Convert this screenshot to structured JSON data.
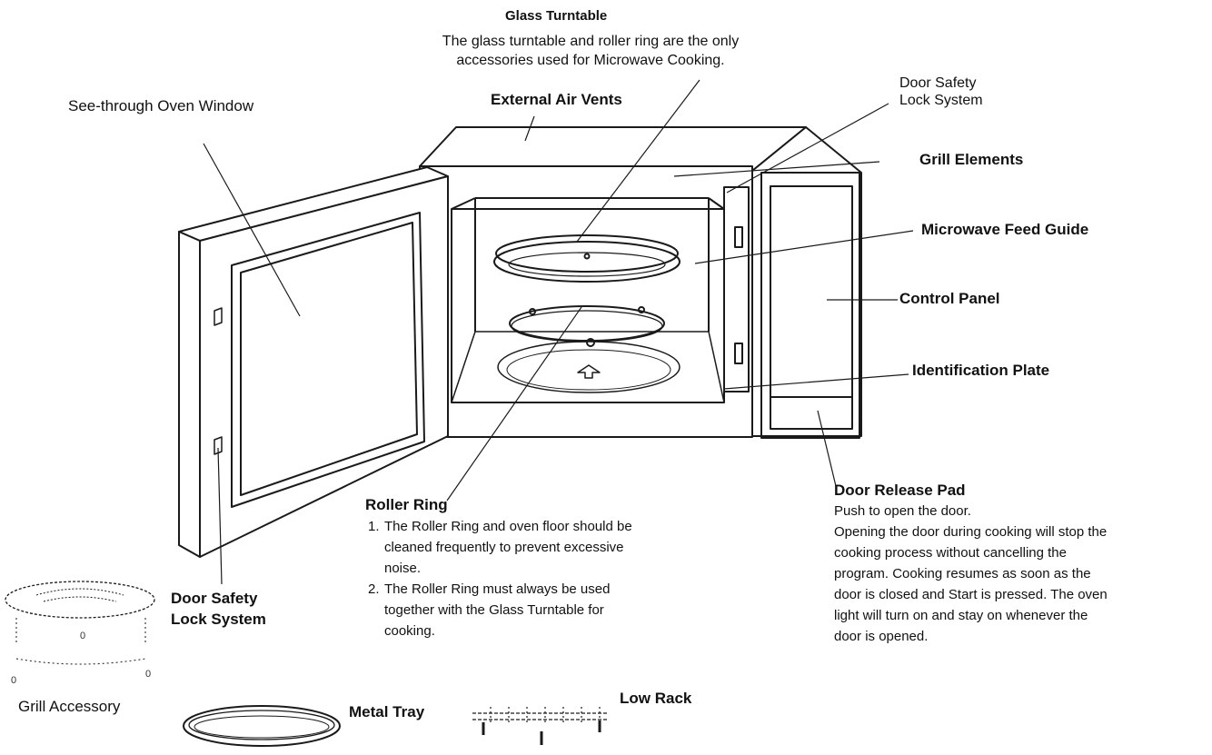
{
  "labels": {
    "glass_turntable": "Glass Turntable",
    "glass_turntable_note": [
      "The glass turntable and roller ring are the only",
      "accessories used for Microwave Cooking."
    ],
    "see_through_window": "See-through Oven Window",
    "external_air_vents": "External Air Vents",
    "door_safety_lock_top": [
      "Door Safety",
      "Lock System"
    ],
    "grill_elements": "Grill Elements",
    "microwave_feed_guide": "Microwave Feed Guide",
    "control_panel": "Control Panel",
    "identification_plate": "Identification Plate",
    "door_release_pad": "Door Release Pad",
    "door_release_lines": [
      "Push to open the door.",
      "Opening the door during cooking will stop the",
      "cooking process without cancelling the",
      "program. Cooking resumes as soon as the",
      "door is closed and Start is pressed. The oven",
      "light will turn on and stay on whenever the",
      "door is opened."
    ],
    "roller_ring": "Roller Ring",
    "roller_ring_notes": [
      {
        "num": "1.",
        "lines": [
          "The Roller Ring and oven floor should be",
          "cleaned frequently to prevent excessive",
          "noise."
        ]
      },
      {
        "num": "2.",
        "lines": [
          "The Roller Ring must always be used",
          "together with the Glass Turntable for",
          "cooking."
        ]
      }
    ],
    "door_safety_lock_bottom": [
      "Door Safety",
      "Lock System"
    ],
    "grill_accessory": "Grill Accessory",
    "metal_tray": "Metal Tray",
    "low_rack": "Low Rack"
  }
}
